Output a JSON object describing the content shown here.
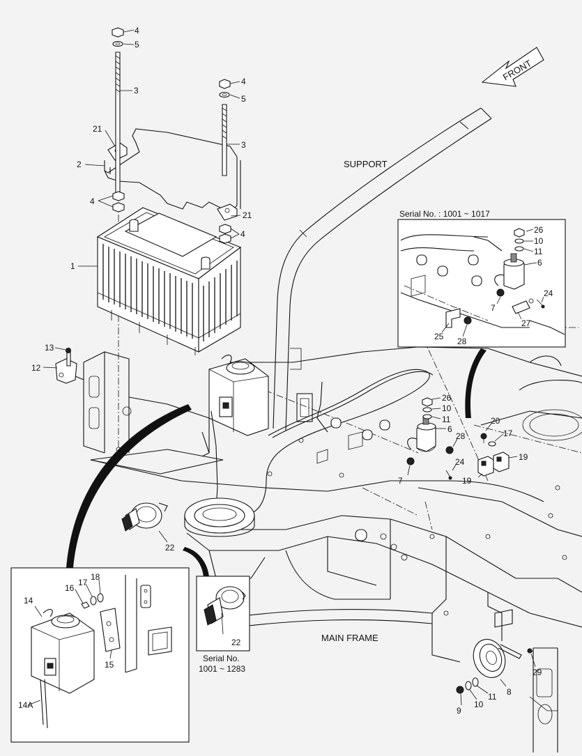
{
  "direction_arrow": {
    "label": "FRONT"
  },
  "area_labels": {
    "support": "SUPPORT",
    "main_frame": "MAIN FRAME"
  },
  "insets": {
    "solenoid_serial": "Serial No. : 1001 ~ 1017",
    "switch_serial_line1": "Serial No.",
    "switch_serial_line2": "1001 ~ 1283"
  },
  "part_callouts": {
    "battery": "1",
    "battery_bracket": "2",
    "rod_left": "3",
    "rod_right": "3",
    "nut_top_left": "4",
    "washer_top_left": "5",
    "nut_top_right": "4",
    "washer_top_right": "5",
    "nut_mid_left": "4",
    "nut_mid_right": "4",
    "clamp_left": "21",
    "clamp_right": "21",
    "bolt_13": "13",
    "bracket_12": "12",
    "switch_22": "22",
    "inset_switch_22": "22",
    "inset_tank_14": "14",
    "inset_tank_14a": "14A",
    "inset_bolt_16": "16",
    "inset_washer_17": "17",
    "inset_washer_18": "18",
    "inset_bracket_15": "15",
    "inset1_nut_26": "26",
    "inset1_washer_10": "10",
    "inset1_washer_11": "11",
    "inset1_solenoid_6": "6",
    "inset1_screw_24": "24",
    "inset1_bolt_7": "7",
    "inset1_fuse_27": "27",
    "inset1_bracket_25": "25",
    "inset1_bolt_28": "28",
    "nut_26": "26",
    "washer_10": "10",
    "washer_11": "11",
    "solenoid_6": "6",
    "bolt_28": "28",
    "screw_24": "24",
    "bolt_7": "7",
    "bolt_20": "20",
    "washer_17": "17",
    "relay_19_right": "19",
    "relay_19_left": "19",
    "horn_8": "8",
    "horn_bolt_29": "29",
    "horn_bolt_9": "9",
    "horn_washer_10": "10",
    "horn_washer_11": "11"
  }
}
